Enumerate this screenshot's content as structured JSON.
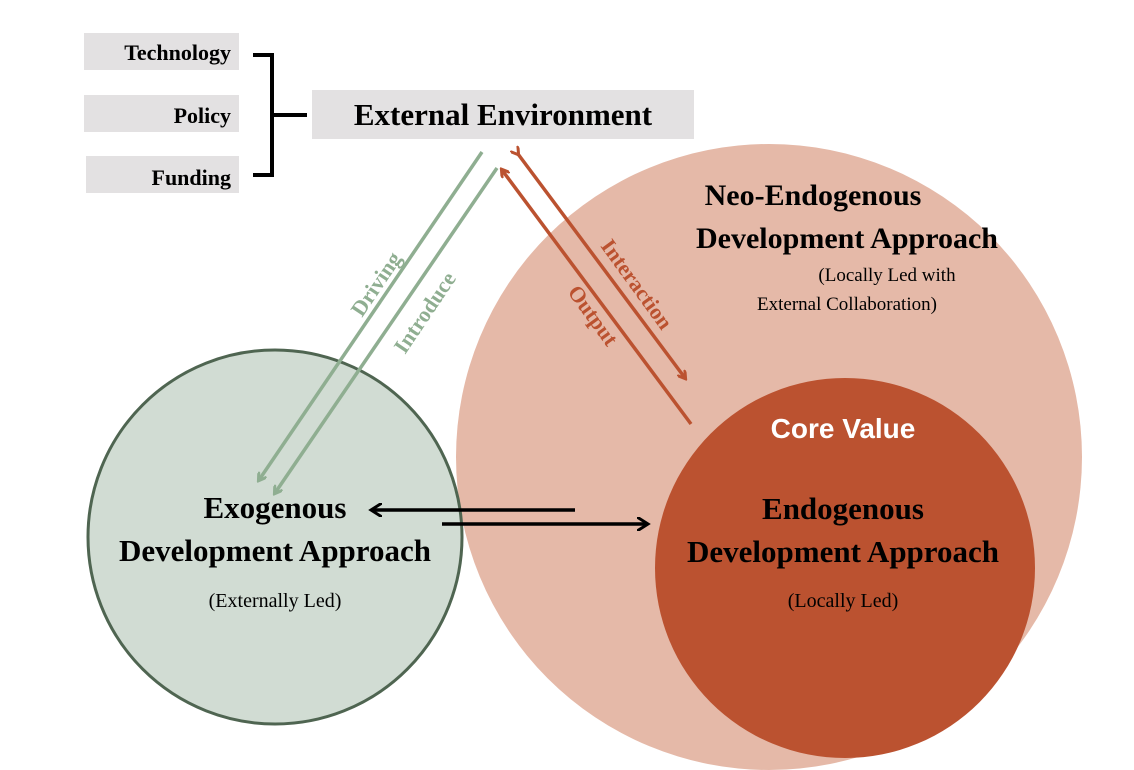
{
  "factors": [
    "Technology",
    "Policy",
    "Funding"
  ],
  "external_environment": "External Environment",
  "arrows": {
    "driving": "Driving",
    "introduce": "Introduce",
    "interaction": "Interaction",
    "output": "Output"
  },
  "neo_endogenous": {
    "title_line1": "Neo-Endogenous",
    "title_line2": "Development Approach",
    "subtitle_line1": "(Locally Led with",
    "subtitle_line2": "External Collaboration)"
  },
  "core_value": "Core Value",
  "endogenous": {
    "title_line1": "Endogenous",
    "title_line2": "Development Approach",
    "subtitle": "(Locally Led)"
  },
  "exogenous": {
    "title_line1": "Exogenous",
    "title_line2": "Development Approach",
    "subtitle": "(Externally Led)"
  },
  "colors": {
    "green_fill": "#d1dcd3",
    "green_stroke": "#4f6551",
    "green_arrow": "#8fae91",
    "pink_fill": "#e5b9a8",
    "orange": "#bb5230",
    "grey_box": "#e3e1e2"
  }
}
